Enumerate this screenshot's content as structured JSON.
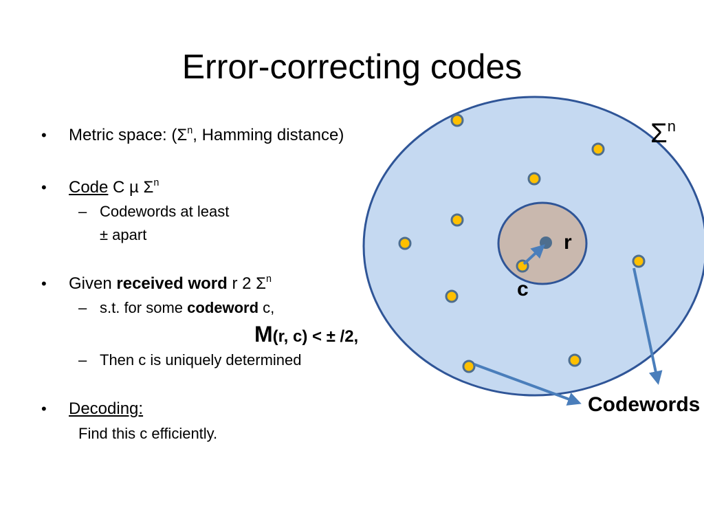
{
  "title": "Error-correcting codes",
  "bullets": {
    "metric_space": {
      "text": "Metric space: (Σ",
      "sup": "n",
      "rest": ", Hamming distance)"
    },
    "code": {
      "term": "Code",
      "text": " C µ Σ",
      "sup": "n"
    },
    "codewords_line1": "Codewords at least",
    "codewords_line2": "± apart",
    "given": {
      "text": "Given ",
      "bold": "received word",
      "rest": " r 2 Σ",
      "sup": "n"
    },
    "st": {
      "text": "s.t. for some ",
      "bold": "codeword",
      "rest": " c,"
    },
    "formula": {
      "big": "M",
      "rest": "(r, c)  < ± /2,"
    },
    "then": "Then c is uniquely determined",
    "decoding": {
      "term": "Decoding:",
      "desc": "Find this c efficiently."
    },
    "bullet_symbol": "•",
    "dash_symbol": "–"
  },
  "diagram": {
    "space_label": "Σ",
    "space_sup": "n",
    "received_label": "r",
    "codeword_label": "c",
    "codewords_caption": "Codewords",
    "colors": {
      "space_fill": "#c5d9f1",
      "space_stroke": "#2f5597",
      "ball_fill": "#c9b8ae",
      "point_fill": "#ffc000",
      "point_stroke": "#4e6e8e",
      "arrow": "#4a7ebb",
      "received_point": "#4e6e8e"
    }
  }
}
